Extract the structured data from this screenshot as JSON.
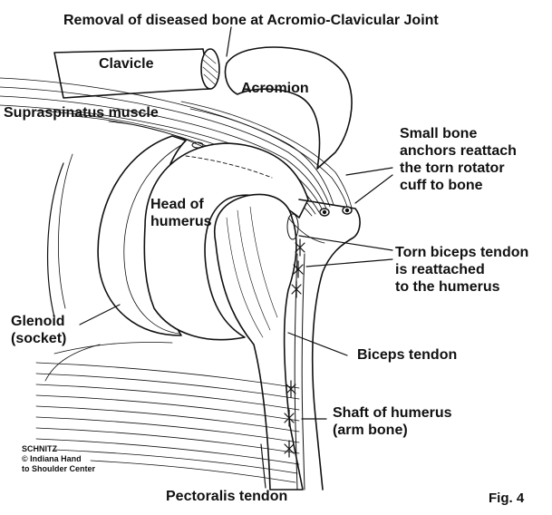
{
  "labels": {
    "removal": "Removal of diseased bone at Acromio-Clavicular Joint",
    "clavicle": "Clavicle",
    "acromion": "Acromion",
    "supraspinatus": "Supraspinatus muscle",
    "anchors": [
      "Small bone",
      "anchors reattach",
      "the torn rotator",
      "cuff to bone"
    ],
    "head": [
      "Head of",
      "humerus"
    ],
    "biceps_reattached": [
      "Torn biceps tendon",
      "is reattached",
      "to the humerus"
    ],
    "glenoid": [
      "Glenoid",
      "(socket)"
    ],
    "biceps_tendon": "Biceps tendon",
    "shaft": [
      "Shaft of humerus",
      "(arm bone)"
    ],
    "pectoralis": "Pectoralis tendon"
  },
  "credit": [
    "SCHNITZ",
    "© Indiana Hand",
    "to Shoulder Center"
  ],
  "figure_label": "Fig. 4",
  "colors": {
    "ink": "#111111",
    "background": "#ffffff"
  }
}
